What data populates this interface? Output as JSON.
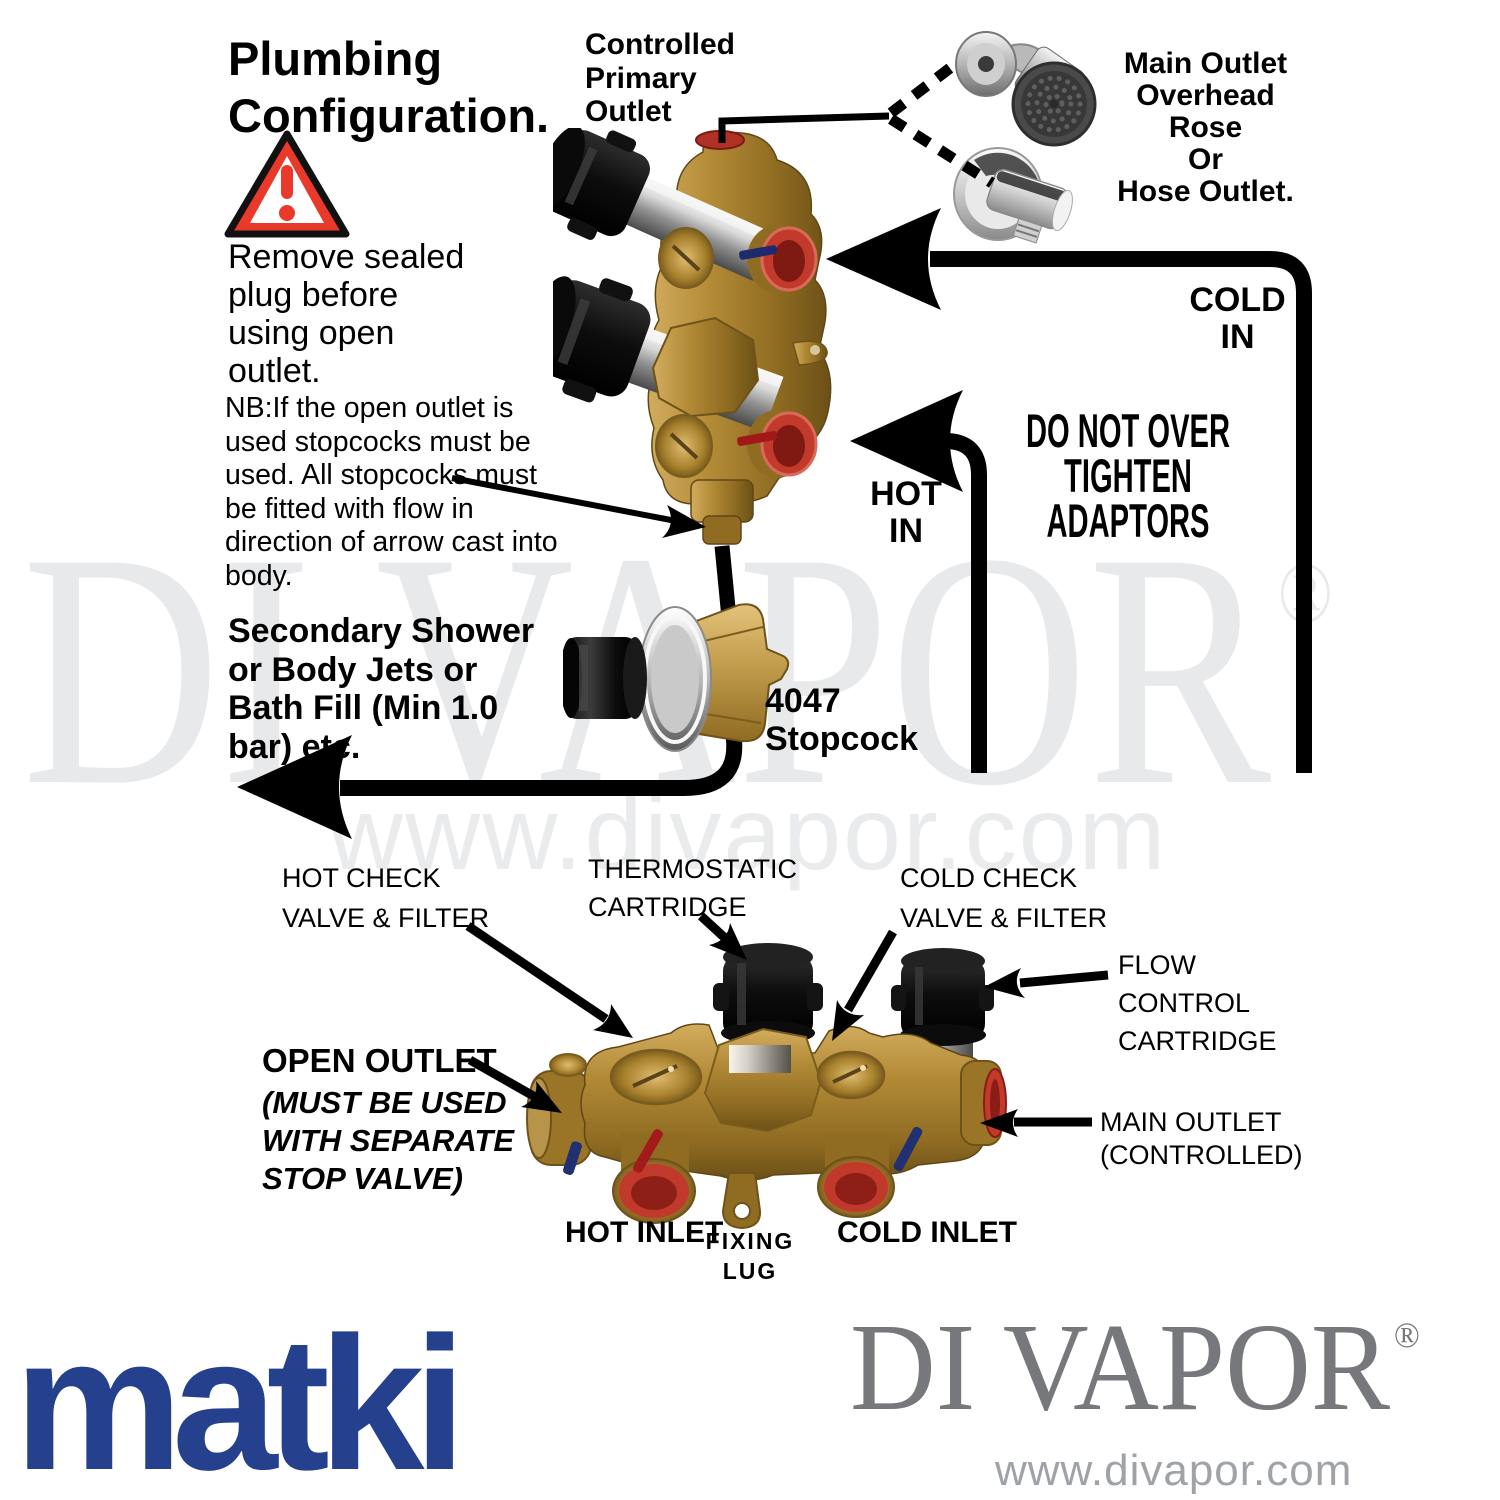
{
  "upper_diagram": {
    "title": "Plumbing\nConfiguration.",
    "remove_note": "Remove sealed\nplug before\nusing open\noutlet.",
    "nb_note": "NB:If the open outlet is\nused stopcocks must be\nused. All stopcocks must\nbe fitted with flow in\ndirection of arrow cast into\nbody.",
    "secondary_note": "Secondary Shower\nor Body Jets or\nBath Fill (Min 1.0\nbar) etc.",
    "controlled_primary_outlet": "Controlled\nPrimary\nOutlet",
    "main_outlet_options": "Main Outlet\nOverhead\nRose\nOr\nHose Outlet.",
    "cold_in": "COLD\nIN",
    "hot_in": "HOT\nIN",
    "tighten_warning": "DO NOT OVER\nTIGHTEN\nADAPTORS",
    "stopcock_label": "4047\nStopcock"
  },
  "lower_diagram": {
    "hot_check_valve": "HOT CHECK\nVALVE & FILTER",
    "thermostatic_cartridge": "THERMOSTATIC\nCARTRIDGE",
    "cold_check_valve": "COLD CHECK\nVALVE & FILTER",
    "flow_control_cartridge": "FLOW\nCONTROL\nCARTRIDGE",
    "open_outlet": "OPEN OUTLET",
    "open_outlet_note": "(MUST BE USED\nWITH SEPARATE\nSTOP VALVE)",
    "main_outlet": "MAIN OUTLET\n(CONTROLLED)",
    "hot_inlet": "HOT INLET",
    "fixing_lug": "FIXING\nLUG",
    "cold_inlet": "COLD INLET"
  },
  "branding": {
    "matki": "matki",
    "divapor": "DI VAPOR",
    "registered": "®",
    "website": "www.divapor.com"
  },
  "watermark": {
    "divapor": "DI VAPOR",
    "registered": "®",
    "website": "www.divapor.com"
  },
  "colors": {
    "matki_blue": "#25418d",
    "divapor_gray": "#77787c",
    "warning_red": "#e8392b",
    "brass": "#a9822e",
    "port_red": "#c23a2c",
    "indicator_blue": "#1e2a6e",
    "indicator_red": "#a01818"
  }
}
